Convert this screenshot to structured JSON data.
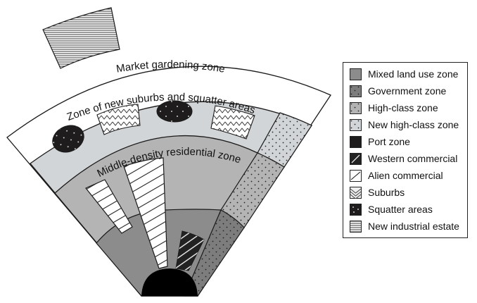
{
  "diagram": {
    "zones": {
      "market": "Market gardening zone",
      "suburbs": "Zone of new suburbs and squatter areas",
      "middle": "Middle-density residential zone"
    }
  },
  "legend": {
    "items": [
      {
        "key": "mixed",
        "label": "Mixed land use zone"
      },
      {
        "key": "government",
        "label": "Government zone"
      },
      {
        "key": "highclass",
        "label": "High-class zone"
      },
      {
        "key": "newhigh",
        "label": "New high-class zone"
      },
      {
        "key": "port",
        "label": "Port zone"
      },
      {
        "key": "western",
        "label": "Western commercial"
      },
      {
        "key": "alien",
        "label": "Alien commercial"
      },
      {
        "key": "suburbs",
        "label": "Suburbs"
      },
      {
        "key": "squatter",
        "label": "Squatter areas"
      },
      {
        "key": "industrial",
        "label": "New industrial estate"
      }
    ]
  },
  "colors": {
    "mixed": "#8c8c8c",
    "government": "#7d7d7d",
    "highclass": "#b3b3b3",
    "newhigh": "#d2d5d7",
    "port": "#000000",
    "middle": "#b4b4b4",
    "suburbzone": "#d2d5d7",
    "squatter": "#1e1c1d",
    "outline": "#1a1a1a"
  }
}
